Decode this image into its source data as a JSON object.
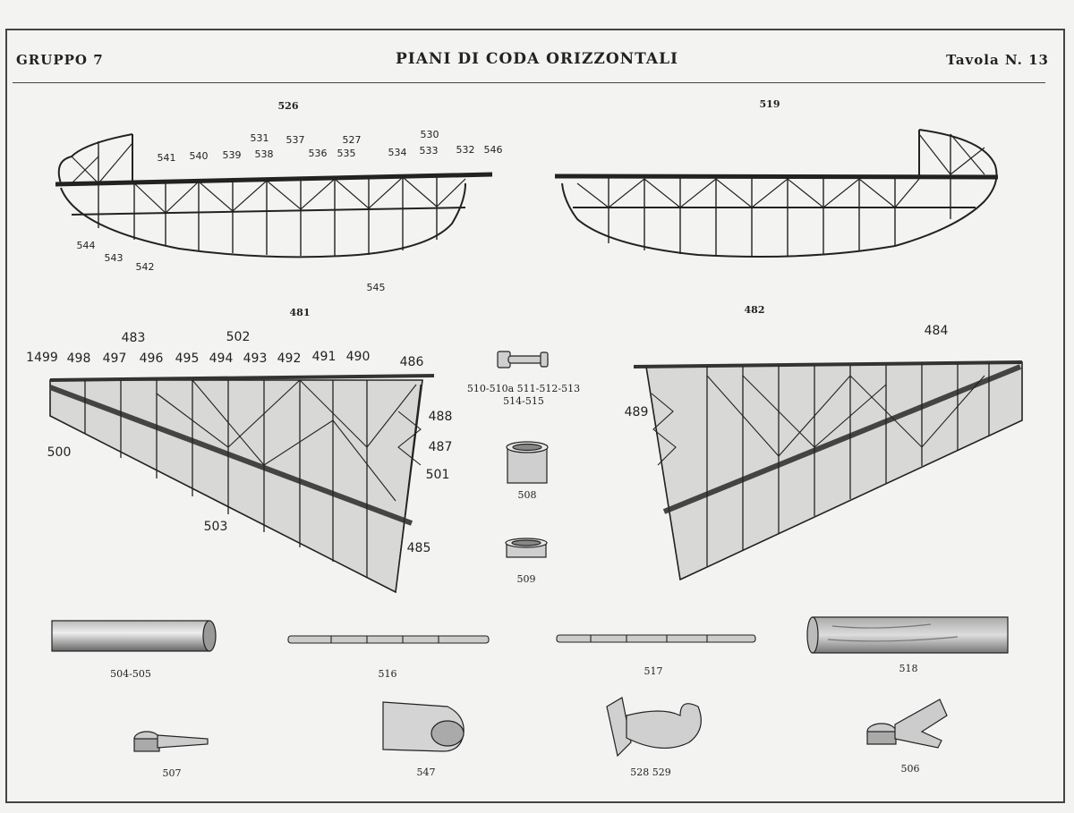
{
  "header": {
    "group": "GRUPPO 7",
    "title": "PIANI DI CODA ORIZZONTALI",
    "plate": "Tavola N. 13"
  },
  "figures": {
    "fig_526": "526",
    "fig_519": "519",
    "fig_481": "481",
    "fig_482": "482",
    "fig_510_l1": "510-510a 511-512-513",
    "fig_510_l2": "514-515",
    "fig_508": "508",
    "fig_509": "509",
    "fig_504": "504-505",
    "fig_516": "516",
    "fig_517": "517",
    "fig_518": "518",
    "fig_507": "507",
    "fig_547": "547",
    "fig_528": "528 529",
    "fig_506": "506"
  },
  "labels_526": {
    "l531": "531",
    "l537": "537",
    "l527": "527",
    "l530": "530",
    "l541": "541",
    "l540": "540",
    "l539": "539",
    "l538": "538",
    "l536": "536",
    "l535": "535",
    "l534": "534",
    "l533": "533",
    "l532": "532",
    "l546": "546",
    "l544": "544",
    "l543": "543",
    "l542": "542",
    "l545": "545"
  },
  "labels_481": {
    "l499": "1499",
    "l498": "498",
    "l497": "497",
    "l483": "483",
    "l496": "496",
    "l495": "495",
    "l502": "502",
    "l494": "494",
    "l493": "493",
    "l492": "492",
    "l491": "491",
    "l490": "490",
    "l486": "486",
    "l488": "488",
    "l487": "487",
    "l501": "501",
    "l500": "500",
    "l503": "503",
    "l485": "485"
  },
  "labels_482": {
    "l484": "484",
    "l489": "489"
  }
}
